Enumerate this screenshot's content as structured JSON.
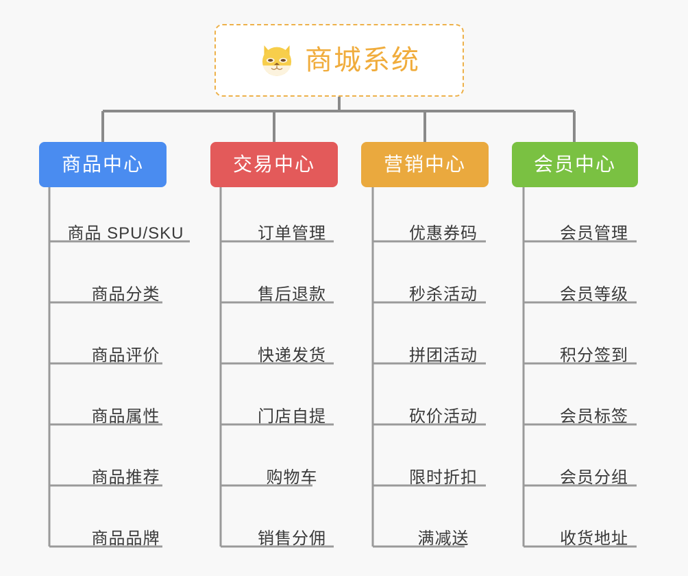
{
  "page": {
    "background_color": "#f8f8f8",
    "diagram_type": "org-chart-mindmap",
    "title_text": "商城系统"
  },
  "root": {
    "label": "商城系统",
    "icon": "shiba-dog-face-icon",
    "text_color": "#f0ac3c",
    "border_color": "#edb14a",
    "background_color": "#ffffff"
  },
  "connector": {
    "color": "#8a8a8a"
  },
  "categories": [
    {
      "label": "商品中心",
      "color": "#4a8cf0",
      "text_color": "#ffffff",
      "items": [
        "商品 SPU/SKU",
        "商品分类",
        "商品评价",
        "商品属性",
        "商品推荐",
        "商品品牌"
      ]
    },
    {
      "label": "交易中心",
      "color": "#e35a5a",
      "text_color": "#ffffff",
      "items": [
        "订单管理",
        "售后退款",
        "快递发货",
        "门店自提",
        "购物车",
        "销售分佣"
      ]
    },
    {
      "label": "营销中心",
      "color": "#eaa93e",
      "text_color": "#ffffff",
      "items": [
        "优惠券码",
        "秒杀活动",
        "拼团活动",
        "砍价活动",
        "限时折扣",
        "满减送"
      ]
    },
    {
      "label": "会员中心",
      "color": "#7ac142",
      "text_color": "#ffffff",
      "items": [
        "会员管理",
        "会员等级",
        "积分签到",
        "会员标签",
        "会员分组",
        "收货地址"
      ]
    }
  ]
}
